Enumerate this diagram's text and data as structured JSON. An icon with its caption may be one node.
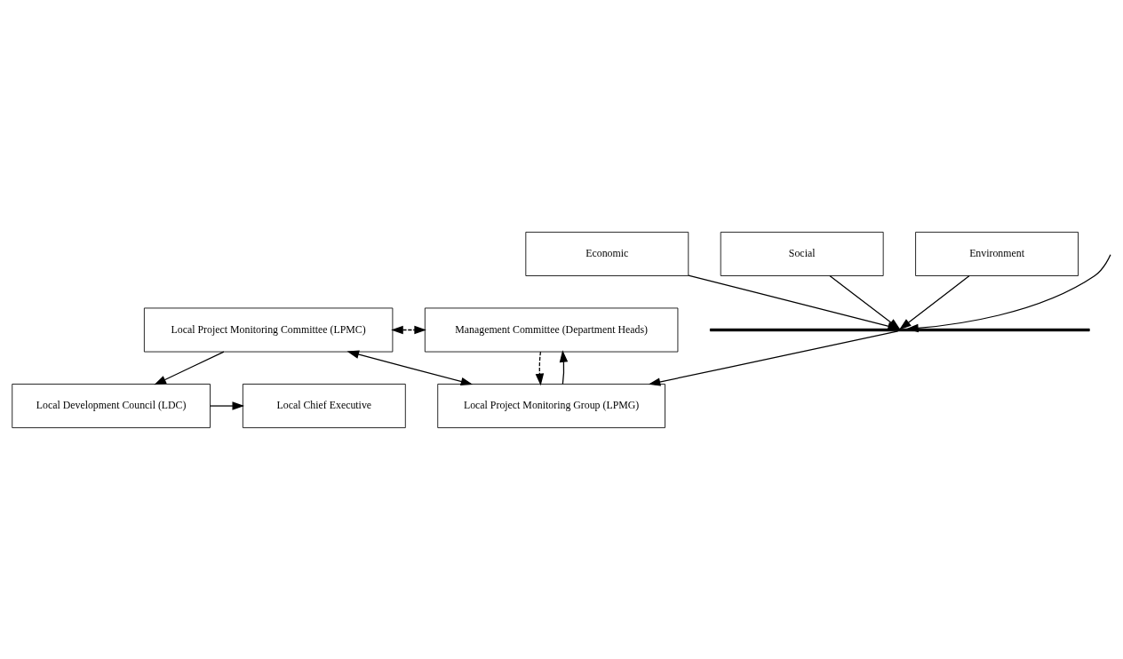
{
  "diagram": {
    "nodes": [
      {
        "text": [
          "Local Development Council (LDC)"
        ]
      },
      {
        "text": [
          "Local Chief Executive"
        ]
      },
      {
        "text": [
          "Local Project Monitoring Committee (LPMC)"
        ]
      },
      {
        "text": [
          "Management Committee (Department Heads)"
        ]
      },
      {
        "text": [
          "Local Project Monitoring Group (LPMG)"
        ]
      },
      {
        "text": [],
        "shape": "bar"
      },
      {
        "text": [
          "Economic"
        ]
      },
      {
        "text": [
          "Social"
        ]
      },
      {
        "text": [
          "Environment"
        ]
      }
    ],
    "edges": [
      {
        "from": 0,
        "to": 1,
        "arrow": "to"
      },
      {
        "from": 2,
        "to": 0,
        "arrow": "to"
      },
      {
        "from": 2,
        "to": 3,
        "arrow": "both",
        "style": "dashed"
      },
      {
        "from": 2,
        "to": 4,
        "arrow": "both"
      },
      {
        "from": 4,
        "to": 3,
        "arrow": "to"
      },
      {
        "from": 3,
        "to": 4,
        "arrow": "to",
        "style": "dashed"
      },
      {
        "from": 5,
        "to": 4,
        "arrow": "to"
      },
      {
        "from": 6,
        "to": 5,
        "arrow": "to"
      },
      {
        "from": null,
        "to": 5,
        "arrow": "to"
      },
      {
        "from": 7,
        "to": 5,
        "arrow": "to"
      },
      {
        "from": 8,
        "to": 5,
        "arrow": "to"
      }
    ]
  }
}
